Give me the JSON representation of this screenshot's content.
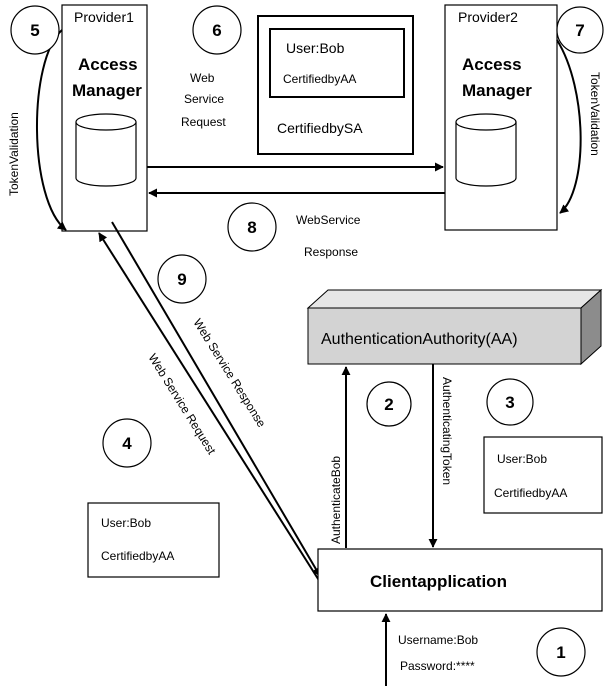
{
  "provider1": {
    "title": "Provider1",
    "manager_line1": "Access",
    "manager_line2": "Manager"
  },
  "provider2": {
    "title": "Provider2",
    "manager_line1": "Access",
    "manager_line2": "Manager"
  },
  "token_validation_left": "TokenValidation",
  "token_validation_right": "TokenValidation",
  "ws_request_top": {
    "line1": "Web",
    "line2": "Service",
    "line3": "Request"
  },
  "message_box_top": {
    "user": "User:Bob",
    "cert_aa": "CertifiedbyAA",
    "cert_sa": "CertifiedbySA"
  },
  "ws_response_top": {
    "line1": "WebService",
    "line2": "Response"
  },
  "ws_response_diag": "Web Service Response",
  "ws_request_diag": "Web Service Request",
  "authority": {
    "label": "AuthenticationAuthority(AA)"
  },
  "authenticate_bob": "AuthenticateBob",
  "authenticating_token": "AuthenticatingToken",
  "token_box_right": {
    "user": "User:Bob",
    "cert": "CertifiedbyAA"
  },
  "token_box_left": {
    "user": "User:Bob",
    "cert": "CertifiedbyAA"
  },
  "client": {
    "label": "Clientapplication"
  },
  "credentials": {
    "username": "Username:Bob",
    "password": "Password:****"
  },
  "steps": [
    "1",
    "2",
    "3",
    "4",
    "5",
    "6",
    "7",
    "8",
    "9"
  ]
}
